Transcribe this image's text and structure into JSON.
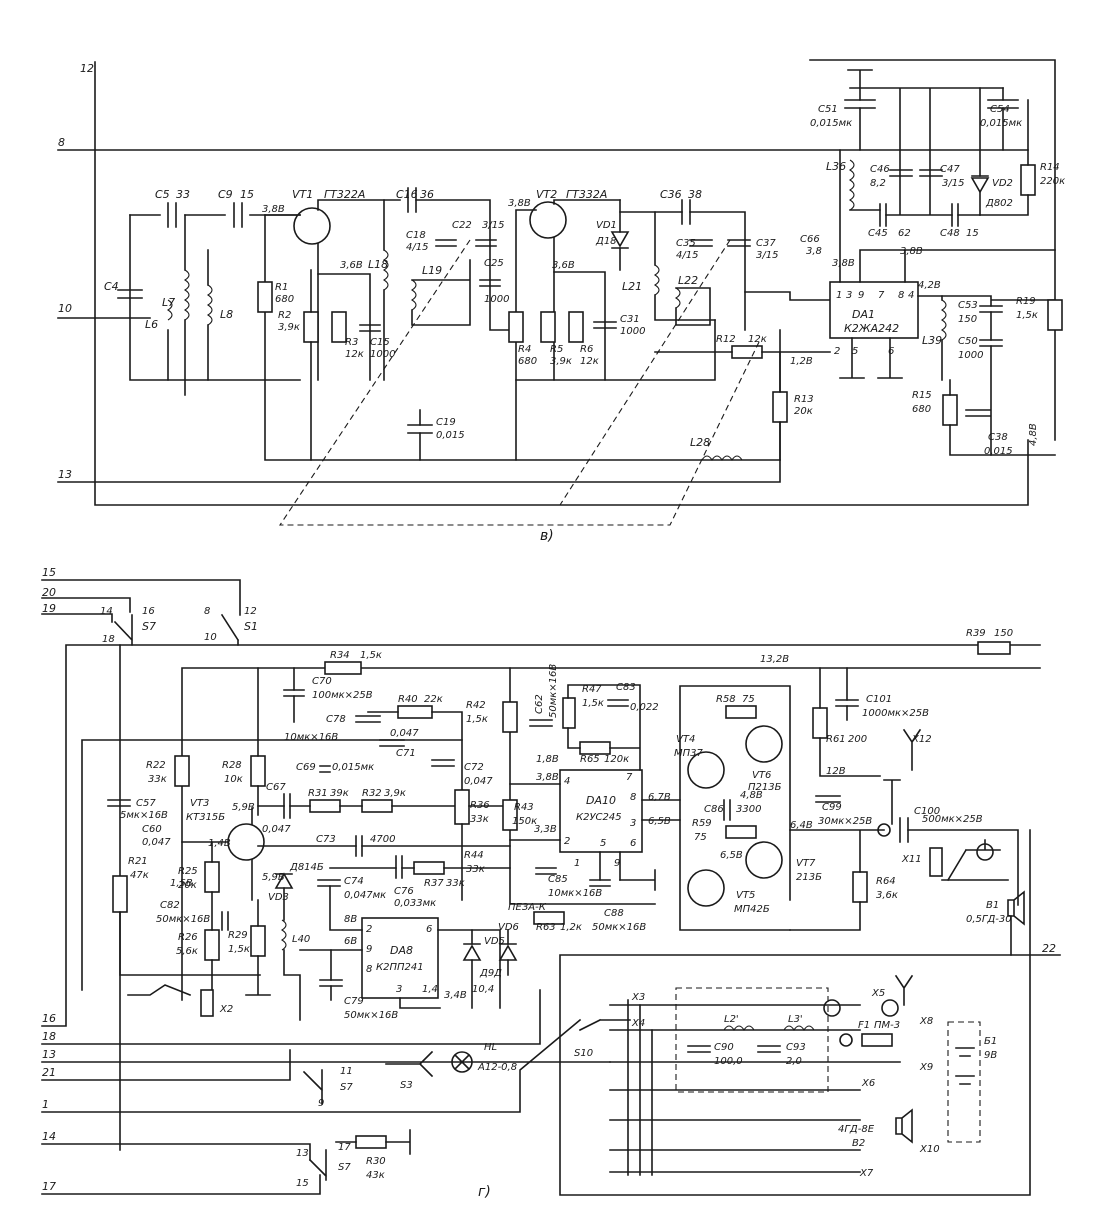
{
  "top": {
    "caption": "в)",
    "terminals": [
      "12",
      "8",
      "10",
      "13"
    ],
    "transistors": [
      {
        "ref": "VT1",
        "type": "ГТ322А"
      },
      {
        "ref": "VT2",
        "type": "ГТ332А"
      }
    ],
    "ic": {
      "ref": "DA1",
      "type": "К2ЖА242",
      "pins": [
        "1",
        "3",
        "9",
        "7",
        "8",
        "2",
        "5",
        "6",
        "4"
      ]
    },
    "diodes": [
      {
        "ref": "VD1",
        "type": "Д18"
      },
      {
        "ref": "VD2",
        "type": "Д802"
      }
    ],
    "capacitors": [
      {
        "ref": "C4",
        "value": ""
      },
      {
        "ref": "C5",
        "value": "33"
      },
      {
        "ref": "C9",
        "value": "15"
      },
      {
        "ref": "C16",
        "value": "36"
      },
      {
        "ref": "C22",
        "value": "3/15"
      },
      {
        "ref": "C18",
        "value": "4/15"
      },
      {
        "ref": "C25",
        "value": "1000"
      },
      {
        "ref": "C15",
        "value": "1000"
      },
      {
        "ref": "C19",
        "value": "0,015"
      },
      {
        "ref": "C36",
        "value": "38"
      },
      {
        "ref": "C35",
        "value": "4/15"
      },
      {
        "ref": "C37",
        "value": "3/15"
      },
      {
        "ref": "C31",
        "value": "1000"
      },
      {
        "ref": "C51",
        "value": "0,015мк"
      },
      {
        "ref": "C54",
        "value": "0,015мк"
      },
      {
        "ref": "C46",
        "value": "8,2"
      },
      {
        "ref": "C47",
        "value": "3/15"
      },
      {
        "ref": "C45",
        "value": "62"
      },
      {
        "ref": "C48",
        "value": "15"
      },
      {
        "ref": "C53",
        "value": "150"
      },
      {
        "ref": "C50",
        "value": "1000"
      },
      {
        "ref": "C38",
        "value": "0,015"
      }
    ],
    "resistors": [
      {
        "ref": "R1",
        "value": "680"
      },
      {
        "ref": "R2",
        "value": "3,9к"
      },
      {
        "ref": "R3",
        "value": "12к"
      },
      {
        "ref": "R4",
        "value": "680"
      },
      {
        "ref": "R5",
        "value": "3,9к"
      },
      {
        "ref": "R6",
        "value": "12к"
      },
      {
        "ref": "R12",
        "value": "12к"
      },
      {
        "ref": "R13",
        "value": "20к"
      },
      {
        "ref": "R14",
        "value": "220к"
      },
      {
        "ref": "R19",
        "value": "1,5к"
      },
      {
        "ref": "R15",
        "value": "680"
      }
    ],
    "inductors": [
      "L6",
      "L7",
      "L8",
      "L18",
      "L19",
      "L21",
      "L22",
      "L28",
      "L36",
      "L39"
    ],
    "voltages": [
      "3,8В",
      "3,6В",
      "3,8В",
      "3,6В",
      "3,8В",
      "4,2В",
      "3,8В",
      "1,2В",
      "4,8В"
    ],
    "ic_labels": [
      "C66",
      "3,8"
    ]
  },
  "bottom": {
    "caption": "г)",
    "terminals": [
      "15",
      "20",
      "19",
      "16",
      "18",
      "13",
      "21",
      "1",
      "14",
      "17",
      "22"
    ],
    "switches": [
      {
        "ref": "S7",
        "pins": [
          "14",
          "16",
          "18"
        ]
      },
      {
        "ref": "S1",
        "pins": [
          "8",
          "12",
          "10"
        ]
      },
      {
        "ref": "S7",
        "pins": [
          "11",
          "9"
        ]
      },
      {
        "ref": "S7",
        "pins": [
          "13",
          "17",
          "15"
        ]
      },
      {
        "ref": "S10",
        "pins": []
      },
      {
        "ref": "S3",
        "pins": []
      }
    ],
    "transistors": [
      {
        "ref": "VT3",
        "type": "КТ315Б"
      },
      {
        "ref": "VT4",
        "type": "МП37"
      },
      {
        "ref": "VT5",
        "type": "МП42Б"
      },
      {
        "ref": "VT6",
        "type": "П213Б"
      },
      {
        "ref": "VT7",
        "type": "213Б"
      }
    ],
    "ics": [
      {
        "ref": "DA10",
        "type": "К2УС245",
        "pins": [
          "7",
          "4",
          "8",
          "2",
          "3",
          "5",
          "6",
          "1",
          "9"
        ]
      },
      {
        "ref": "DA8",
        "type": "К2ПП241",
        "pins": [
          "2",
          "6",
          "9",
          "3",
          "1,4",
          "8"
        ]
      }
    ],
    "diodes": [
      {
        "ref": "VD3",
        "type": "Д814Б"
      },
      {
        "ref": "VD5",
        "type": "Д9Д"
      },
      {
        "ref": "VD6",
        "type": "ПЕЗА-К"
      }
    ],
    "capacitors": [
      {
        "ref": "C70",
        "value": "100мк×25В"
      },
      {
        "ref": "C78",
        "value": "10мк×16В"
      },
      {
        "ref": "C71",
        "value": "0,047"
      },
      {
        "ref": "C69",
        "value": "0,015мк"
      },
      {
        "ref": "C72",
        "value": "0,047"
      },
      {
        "ref": "C67",
        "value": "0,047"
      },
      {
        "ref": "C57",
        "value": "5мк×16В"
      },
      {
        "ref": "C60",
        "value": "0,047"
      },
      {
        "ref": "C73",
        "value": "4700"
      },
      {
        "ref": "C62",
        "value": "50мк×16В"
      },
      {
        "ref": "C74",
        "value": "0,047мк"
      },
      {
        "ref": "C76",
        "value": "0,033мк"
      },
      {
        "ref": "C79",
        "value": "50мк×16В"
      },
      {
        "ref": "C82",
        "value": "50мк×16В"
      },
      {
        "ref": "C83",
        "value": "0,022"
      },
      {
        "ref": "C85",
        "value": "10мк×16В"
      },
      {
        "ref": "C88",
        "value": "50мк×16В"
      },
      {
        "ref": "C86",
        "value": "3300"
      },
      {
        "ref": "C99",
        "value": "30мк×25В"
      },
      {
        "ref": "C100",
        "value": "500мк×25В"
      },
      {
        "ref": "C101",
        "value": "1000мк×25В"
      },
      {
        "ref": "C90",
        "value": "100,0"
      },
      {
        "ref": "C93",
        "value": "2,0"
      }
    ],
    "resistors": [
      {
        "ref": "R34",
        "value": "1,5к"
      },
      {
        "ref": "R40",
        "value": "22к"
      },
      {
        "ref": "R42",
        "value": "1,5к"
      },
      {
        "ref": "R22",
        "value": "33к"
      },
      {
        "ref": "R28",
        "value": "10к"
      },
      {
        "ref": "R31",
        "value": "39к"
      },
      {
        "ref": "R32",
        "value": "3,9к"
      },
      {
        "ref": "R36",
        "value": "33к"
      },
      {
        "ref": "R43",
        "value": "150к"
      },
      {
        "ref": "R21",
        "value": "47к"
      },
      {
        "ref": "R25",
        "value": "20к"
      },
      {
        "ref": "R26",
        "value": "5,6к"
      },
      {
        "ref": "R29",
        "value": "1,5к"
      },
      {
        "ref": "R37",
        "value": "33к"
      },
      {
        "ref": "R44",
        "value": "33к"
      },
      {
        "ref": "R47",
        "value": "1,5к"
      },
      {
        "ref": "R65",
        "value": "120к"
      },
      {
        "ref": "R63",
        "value": "1,2к"
      },
      {
        "ref": "R58",
        "value": "75"
      },
      {
        "ref": "R59",
        "value": "75"
      },
      {
        "ref": "R61",
        "value": "200"
      },
      {
        "ref": "R64",
        "value": "3,6к"
      },
      {
        "ref": "R39",
        "value": "150"
      },
      {
        "ref": "R30",
        "value": "43к"
      }
    ],
    "inductors": [
      "L40",
      "L2'",
      "L3'"
    ],
    "connectors": [
      "X2",
      "X3",
      "X4",
      "X5",
      "X6",
      "X7",
      "X8",
      "X9",
      "X10",
      "X11",
      "X12"
    ],
    "lamp": {
      "ref": "HL",
      "type": "А12-0,8"
    },
    "fuse": {
      "ref": "F1",
      "type": "ПМ-3"
    },
    "battery": {
      "ref": "Б1",
      "value": "9В"
    },
    "speakers": [
      {
        "ref": "В1",
        "type": "0,5ГД-30"
      },
      {
        "ref": "В2",
        "type": "4ГД-8Е"
      }
    ],
    "voltages": [
      "13,2В",
      "12В",
      "6,5В",
      "4,8В",
      "6,4В",
      "6,7В",
      "6,5В",
      "3,8В",
      "1,8В",
      "3,3В",
      "5,9В",
      "1,4В",
      "1,5В",
      "5,9В",
      "8В",
      "6В",
      "3,4В",
      "10,4"
    ]
  }
}
